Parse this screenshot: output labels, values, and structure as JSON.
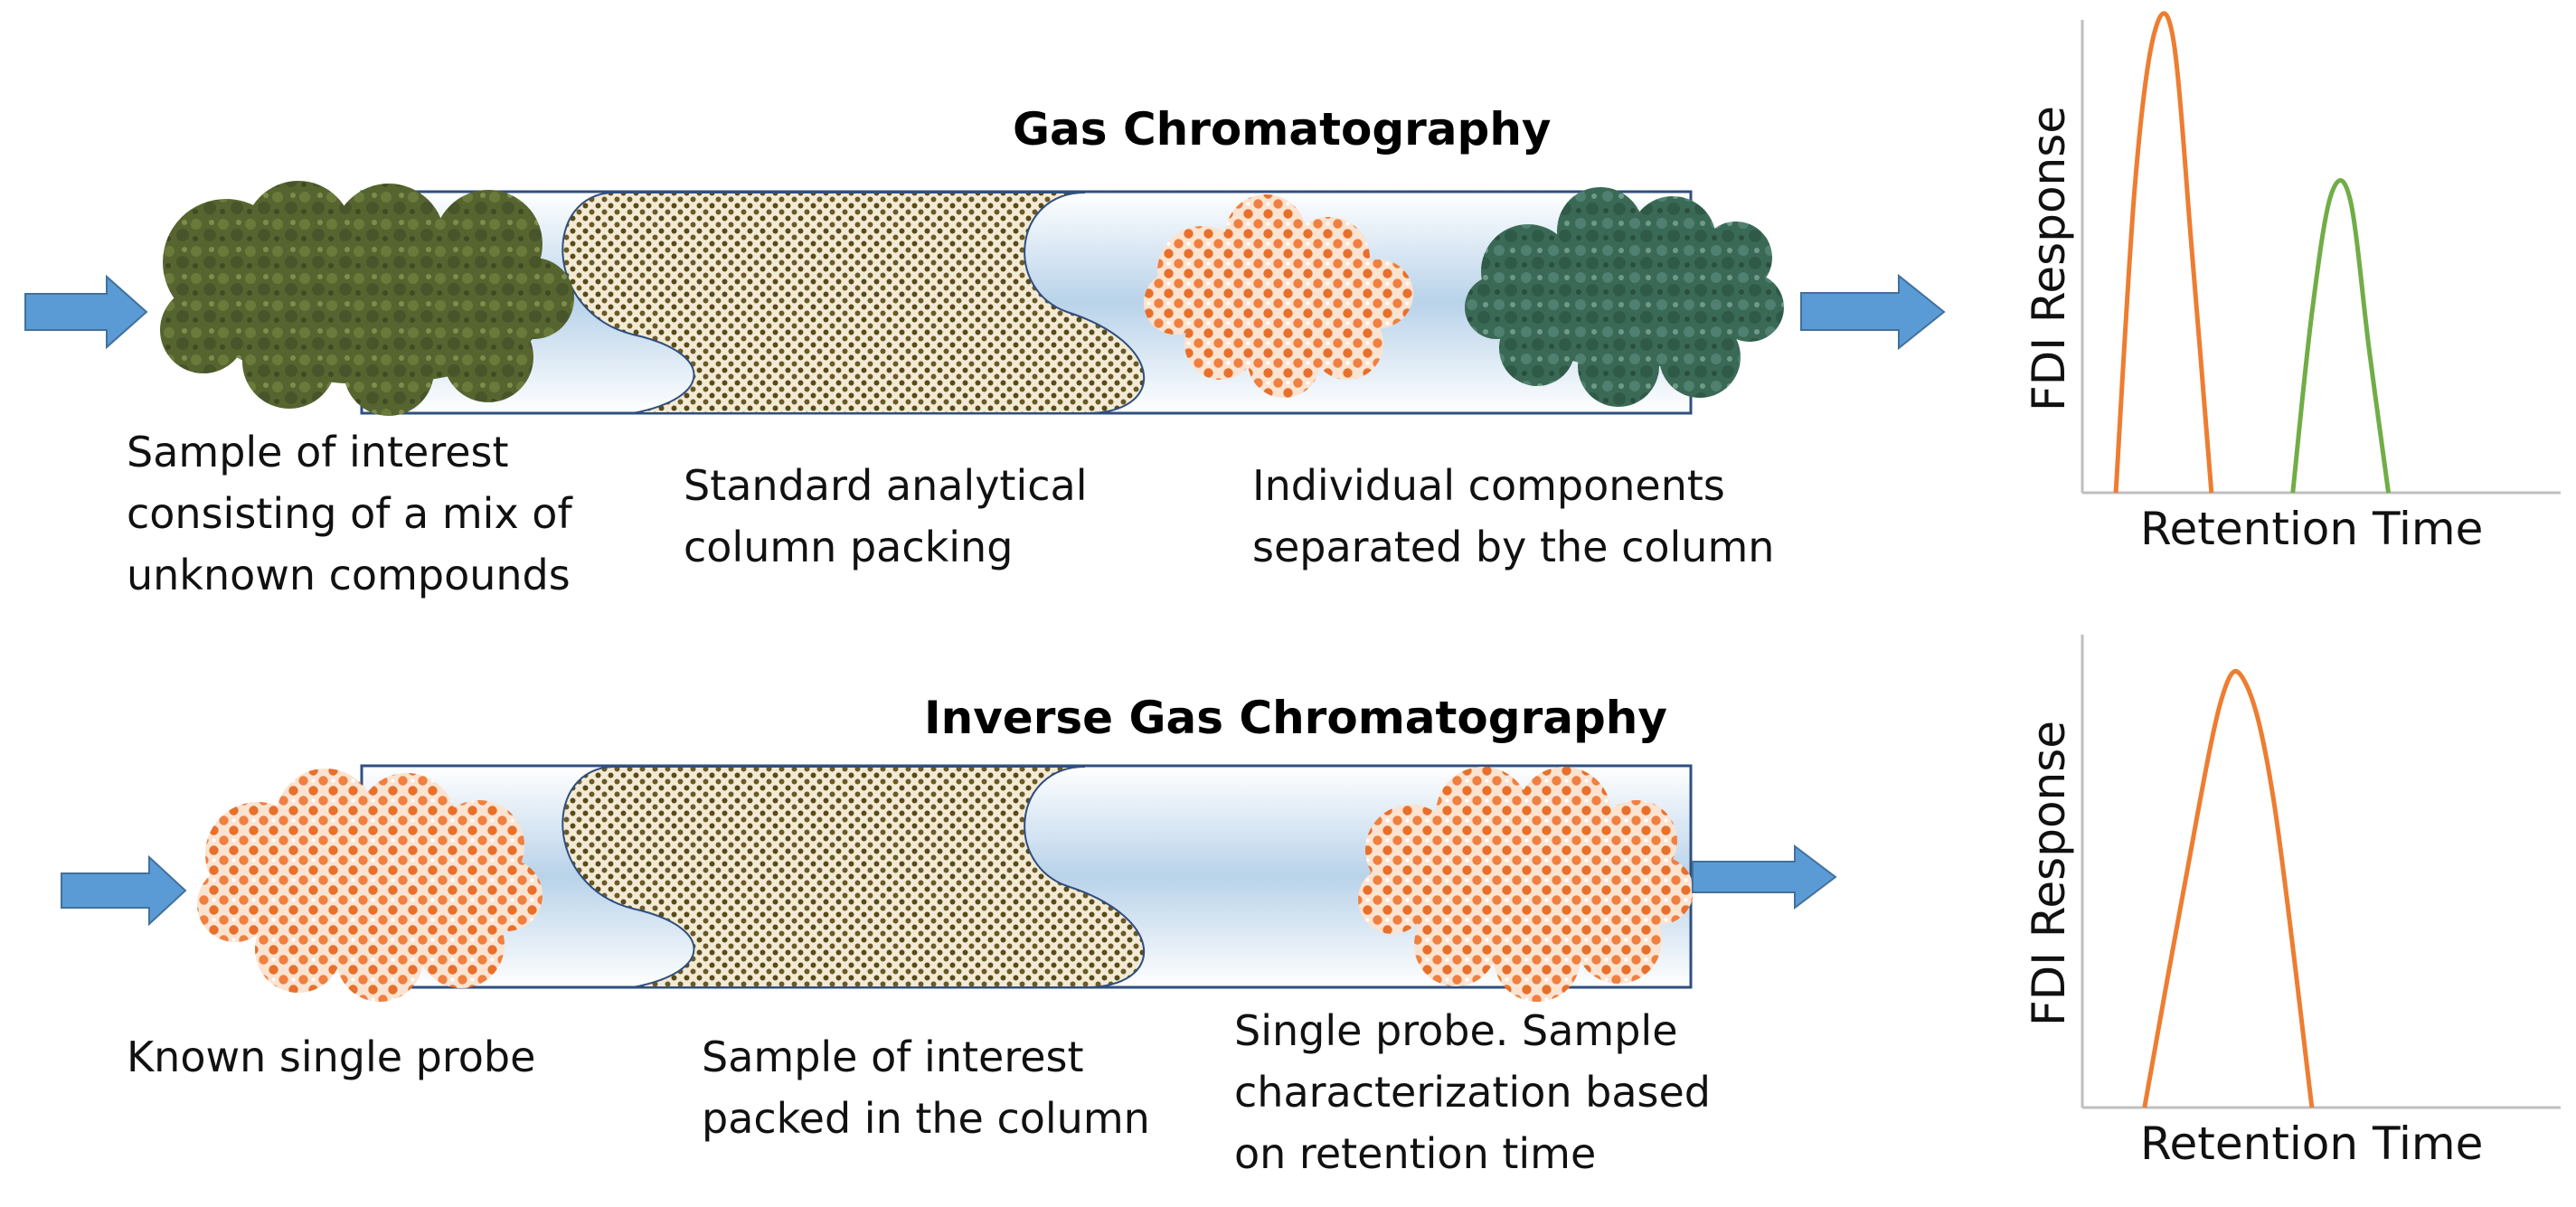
{
  "gc": {
    "title": "Gas Chromatography",
    "label_sample": [
      "Sample of interest",
      "consisting of a mix of",
      "unknown compounds"
    ],
    "label_packing": [
      "Standard analytical",
      "column packing"
    ],
    "label_components": [
      "Individual components",
      "separated by the column"
    ]
  },
  "igc": {
    "title": "Inverse Gas Chromatography",
    "label_probe": [
      "Known single probe"
    ],
    "label_packed": [
      "Sample of interest",
      "packed in the column"
    ],
    "label_result": [
      "Single probe. Sample",
      "characterization based",
      "on retention time"
    ]
  },
  "colors": {
    "arrow": "#5b9bd5",
    "column_edge": "#2f4f7f",
    "column_light": "#ffffff",
    "column_mid": "#b9d3ea",
    "packing_base": "#f3ead4",
    "packing_dot": "#5a4a1a",
    "mixture_cloud": "#5a6a32",
    "component_cloud": "#2f5a48",
    "probe_cloud": "#f08040",
    "peak_orange": "#ed7d31",
    "peak_green": "#70ad47",
    "axis": "#bfbfbf"
  },
  "chart_data": [
    {
      "type": "line",
      "xlabel": "Retention Time",
      "ylabel": "FDI Response",
      "xlim": [
        0,
        10
      ],
      "ylim": [
        0,
        10
      ],
      "series": [
        {
          "color": "#ed7d31",
          "x": [
            0.7,
            1.1,
            1.5,
            1.9,
            2.3,
            2.7
          ],
          "y": [
            0,
            6.5,
            9.7,
            9.6,
            5.0,
            0
          ]
        },
        {
          "color": "#70ad47",
          "x": [
            4.4,
            4.8,
            5.2,
            5.6,
            6.0,
            6.4
          ],
          "y": [
            0,
            3.8,
            6.3,
            6.2,
            3.0,
            0
          ]
        }
      ]
    },
    {
      "type": "line",
      "xlabel": "Retention Time",
      "ylabel": "FDI Response",
      "xlim": [
        0,
        10
      ],
      "ylim": [
        0,
        10
      ],
      "series": [
        {
          "color": "#ed7d31",
          "x": [
            1.3,
            2.1,
            2.9,
            3.4,
            4.0,
            4.8
          ],
          "y": [
            0,
            4.5,
            8.6,
            9.0,
            6.5,
            0
          ]
        }
      ]
    }
  ]
}
